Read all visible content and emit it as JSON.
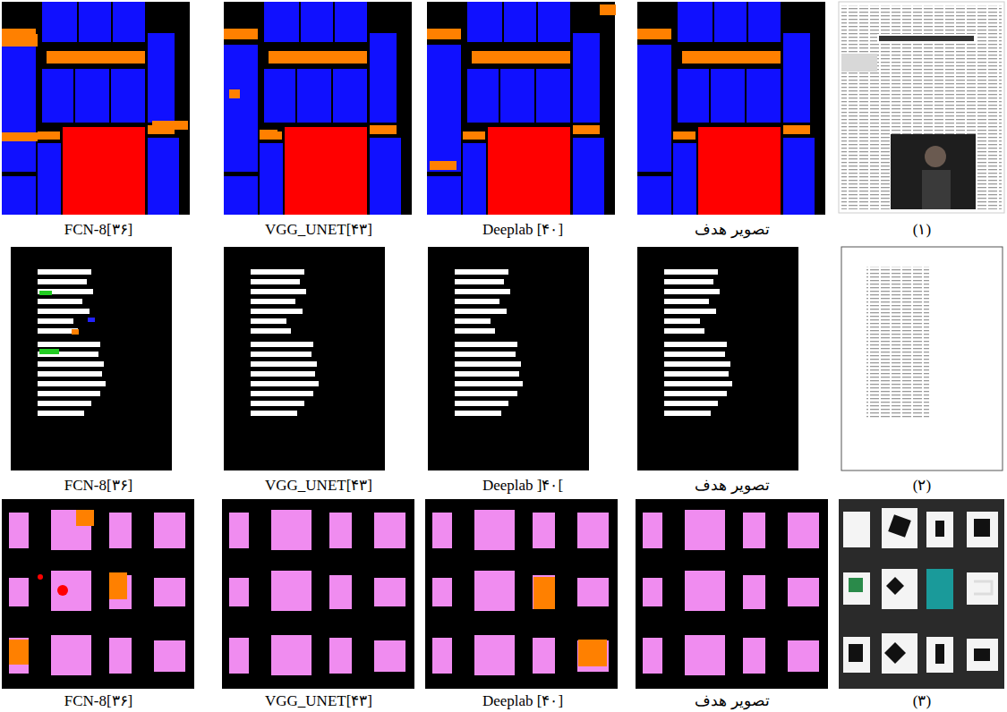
{
  "diagram": {
    "labels": [
      "FCN-8[۳۶]",
      "VGG_UNET[۴۳]",
      "Deeplab [۴۰]",
      "تصویر هدف",
      "(۱)",
      "FCN-8[۳۶]",
      "VGG_UNET[۴۳]",
      "Deeplab ]۴۰[",
      "تصویر هدف",
      "(۲)",
      "FCN-8[۳۶]",
      "VGG_UNET[۴۳]",
      "Deeplab [۴۰]",
      "تصویر هدف",
      "(۳)"
    ]
  }
}
